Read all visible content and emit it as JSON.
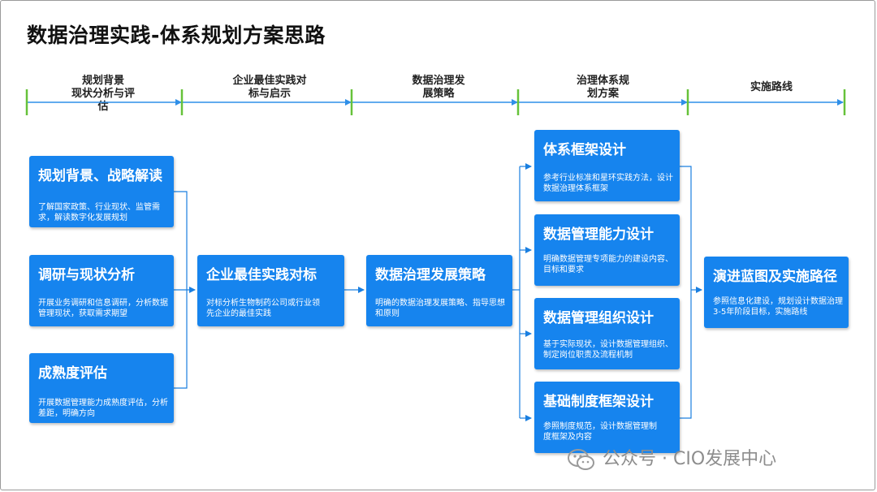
{
  "title": "数据治理实践-体系规划方案思路",
  "phases": [
    "规划背景\n现状分析与评\n估",
    "企业最佳实践对\n标与启示",
    "数据治理发\n展策略",
    "治理体系规\n划方案",
    "实施路线"
  ],
  "boxes": {
    "bg": {
      "title": "规划背景、战略解读",
      "desc": "了解国家政策、行业现状、监管需求，解读数字化发展规划"
    },
    "research": {
      "title": "调研与现状分析",
      "desc": "开展业务调研和信息调研，分析数据管理现状，获取需求期望"
    },
    "maturity": {
      "title": "成熟度评估",
      "desc": "开展数据管理能力成熟度评估，分析差距，明确方向"
    },
    "bench": {
      "title": "企业最佳实践对标",
      "desc": "对标分析生物制药公司或行业领先企业的最佳实践"
    },
    "strategy": {
      "title": "数据治理发展策略",
      "desc": "明确的数据治理发展策略、指导思想和原则"
    },
    "framework": {
      "title": "体系框架设计",
      "desc": "参考行业标准和星环实践方法，设计数据治理体系框架"
    },
    "capability": {
      "title": "数据管理能力设计",
      "desc": "明确数据管理专项能力的建设内容、目标和要求"
    },
    "org": {
      "title": "数据管理组织设计",
      "desc": "基于实际现状，设计数据管理组织、制定岗位职责及流程机制"
    },
    "policy": {
      "title": "基础制度框架设计",
      "desc": "参照制度规范，设计数据管理制度框架及内容"
    },
    "roadmap": {
      "title": "演进蓝图及实施路径",
      "desc": "参照信息化建设，规划设计数据治理3-5年阶段目标，实施路线"
    }
  },
  "watermark": "公众号 · CIO发展中心",
  "colors": {
    "box": "#1684ee",
    "connector": "#1a7fe0",
    "timeline": "#2f8fe8",
    "tick": "#66c23a"
  }
}
